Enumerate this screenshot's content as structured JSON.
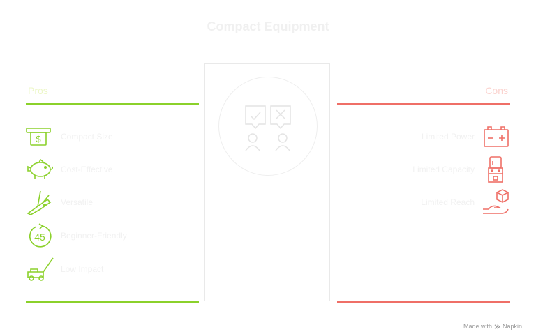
{
  "title": "Compact Equipment",
  "pros": {
    "heading": "Pros",
    "items": [
      {
        "label": "Compact Size",
        "icon": "atm-money-icon"
      },
      {
        "label": "Cost-Effective",
        "icon": "piggy-bank-icon"
      },
      {
        "label": "Versatile",
        "icon": "swiss-knife-icon"
      },
      {
        "label": "Beginner-Friendly",
        "icon": "clock-45-icon"
      },
      {
        "label": "Low Impact",
        "icon": "lawn-mower-icon"
      }
    ]
  },
  "cons": {
    "heading": "Cons",
    "items": [
      {
        "label": "Limited Power",
        "icon": "battery-icon"
      },
      {
        "label": "Limited Capacity",
        "icon": "water-cooler-icon"
      },
      {
        "label": "Limited Reach",
        "icon": "hand-box-icon"
      }
    ]
  },
  "center_icon": "pros-cons-people-icon",
  "footer": {
    "text": "Made with",
    "brand": "Napkin"
  },
  "colors": {
    "pros": "#8bd12b",
    "cons": "#ef6f67",
    "neutral": "#e9e9e9"
  }
}
